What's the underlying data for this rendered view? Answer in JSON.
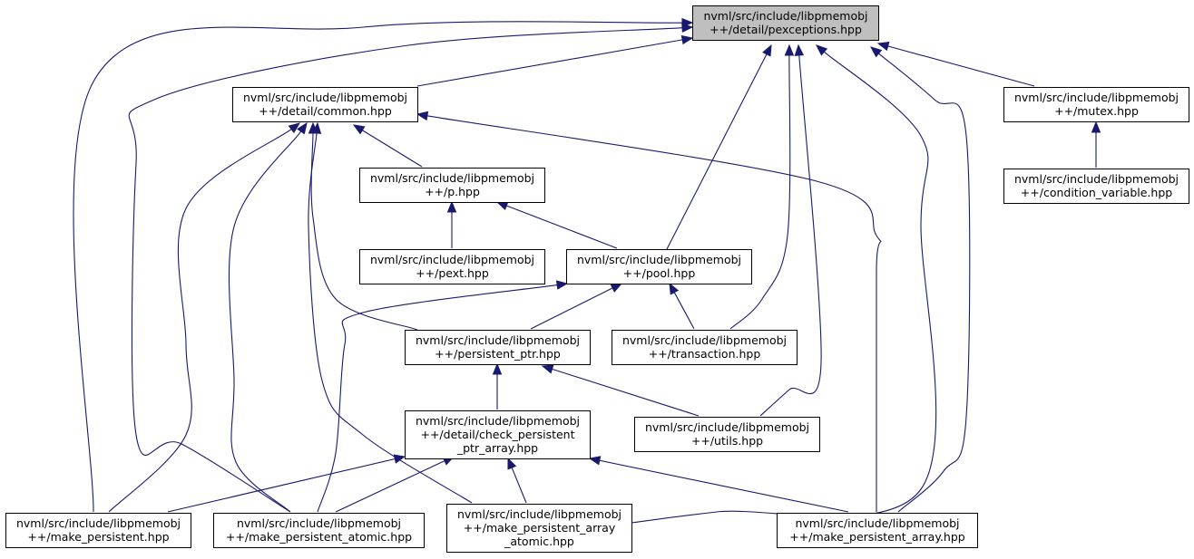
{
  "nodes": [
    {
      "id": "pexceptions",
      "lines": [
        "nvml/src/include/libpmemobj",
        "++/detail/pexceptions.hpp"
      ],
      "focus": true
    },
    {
      "id": "common",
      "lines": [
        "nvml/src/include/libpmemobj",
        "++/detail/common.hpp"
      ]
    },
    {
      "id": "mutex",
      "lines": [
        "nvml/src/include/libpmemobj",
        "++/mutex.hpp"
      ]
    },
    {
      "id": "condvar",
      "lines": [
        "nvml/src/include/libpmemobj",
        "++/condition_variable.hpp"
      ]
    },
    {
      "id": "p",
      "lines": [
        "nvml/src/include/libpmemobj",
        "++/p.hpp"
      ]
    },
    {
      "id": "pext",
      "lines": [
        "nvml/src/include/libpmemobj",
        "++/pext.hpp"
      ]
    },
    {
      "id": "pool",
      "lines": [
        "nvml/src/include/libpmemobj",
        "++/pool.hpp"
      ]
    },
    {
      "id": "pptr",
      "lines": [
        "nvml/src/include/libpmemobj",
        "++/persistent_ptr.hpp"
      ]
    },
    {
      "id": "transaction",
      "lines": [
        "nvml/src/include/libpmemobj",
        "++/transaction.hpp"
      ]
    },
    {
      "id": "checkpa",
      "lines": [
        "nvml/src/include/libpmemobj",
        "++/detail/check_persistent",
        "_ptr_array.hpp"
      ]
    },
    {
      "id": "utils",
      "lines": [
        "nvml/src/include/libpmemobj",
        "++/utils.hpp"
      ]
    },
    {
      "id": "mkp",
      "lines": [
        "nvml/src/include/libpmemobj",
        "++/make_persistent.hpp"
      ]
    },
    {
      "id": "mkpatomic",
      "lines": [
        "nvml/src/include/libpmemobj",
        "++/make_persistent_atomic.hpp"
      ]
    },
    {
      "id": "mkparratomic",
      "lines": [
        "nvml/src/include/libpmemobj",
        "++/make_persistent_array",
        "_atomic.hpp"
      ]
    },
    {
      "id": "mkparr",
      "lines": [
        "nvml/src/include/libpmemobj",
        "++/make_persistent_array.hpp"
      ]
    }
  ],
  "edges": [
    {
      "from": "common",
      "to": "pexceptions"
    },
    {
      "from": "mutex",
      "to": "pexceptions"
    },
    {
      "from": "pool",
      "to": "pexceptions"
    },
    {
      "from": "transaction",
      "to": "pexceptions"
    },
    {
      "from": "utils",
      "to": "pexceptions"
    },
    {
      "from": "mkp",
      "to": "pexceptions"
    },
    {
      "from": "mkpatomic",
      "to": "pexceptions"
    },
    {
      "from": "mkparratomic",
      "to": "pexceptions"
    },
    {
      "from": "mkparr",
      "to": "pexceptions"
    },
    {
      "from": "condvar",
      "to": "mutex"
    },
    {
      "from": "p",
      "to": "common"
    },
    {
      "from": "pptr",
      "to": "common"
    },
    {
      "from": "mkp",
      "to": "common"
    },
    {
      "from": "mkpatomic",
      "to": "common"
    },
    {
      "from": "mkparratomic",
      "to": "common"
    },
    {
      "from": "mkparr",
      "to": "common"
    },
    {
      "from": "pext",
      "to": "p"
    },
    {
      "from": "pool",
      "to": "p"
    },
    {
      "from": "pptr",
      "to": "pool"
    },
    {
      "from": "transaction",
      "to": "pool"
    },
    {
      "from": "mkpatomic",
      "to": "pool"
    },
    {
      "from": "checkpa",
      "to": "pptr"
    },
    {
      "from": "utils",
      "to": "pptr"
    },
    {
      "from": "mkp",
      "to": "checkpa"
    },
    {
      "from": "mkpatomic",
      "to": "checkpa"
    },
    {
      "from": "mkparratomic",
      "to": "checkpa"
    },
    {
      "from": "mkparr",
      "to": "checkpa"
    }
  ]
}
